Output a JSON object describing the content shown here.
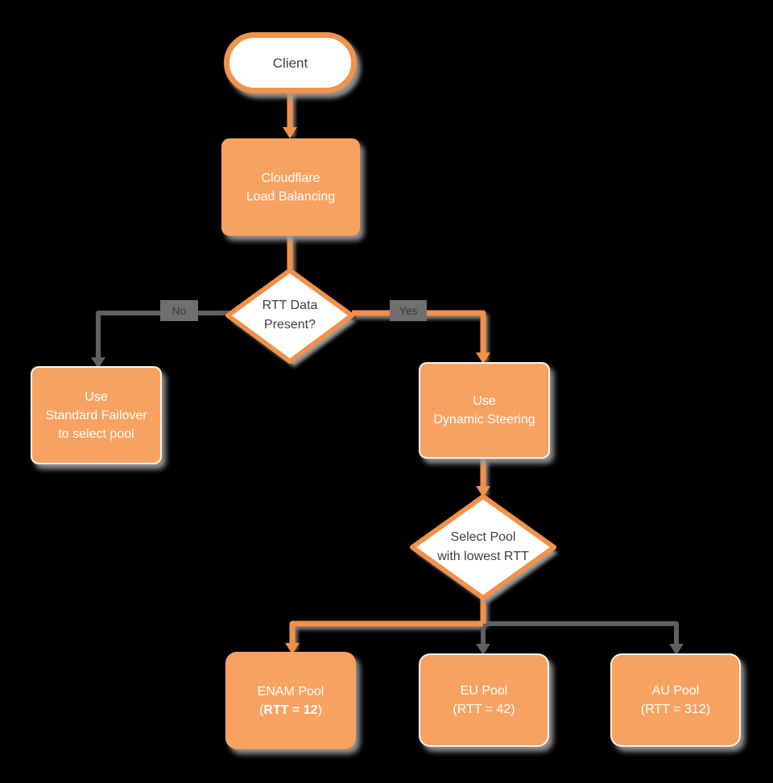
{
  "colors": {
    "background": "#000000",
    "node_fill": "#F8A262",
    "node_border_orange": "#F29149",
    "pill_border": "#F0934B",
    "gray_connector": "#606060",
    "edge_label_bg": "#6F6F6F",
    "edge_label_text": "#383838",
    "shadow_gray": "#9B9B9B",
    "text_on_orange": "#FFFFFF",
    "text_on_white": "#3F3F3F"
  },
  "nodes": {
    "client": {
      "label": "Client"
    },
    "cloudflare_lb": {
      "line1": "Cloudflare",
      "line2": "Load Balancing"
    },
    "rtt_decision": {
      "line1": "RTT Data",
      "line2": "Present?"
    },
    "standard_failover": {
      "line1": "Use",
      "line2": "Standard Failover",
      "line3": "to select pool"
    },
    "dynamic_steering": {
      "line1": "Use",
      "line2": "Dynamic Steering"
    },
    "select_pool": {
      "line1": "Select Pool",
      "line2": "with lowest RTT"
    },
    "enam_pool": {
      "line1": "ENAM Pool",
      "line2_open": "(",
      "line2_bold": "RTT = 12",
      "line2_close": ")"
    },
    "eu_pool": {
      "line1": "EU Pool",
      "line2": "(RTT = 42)"
    },
    "au_pool": {
      "line1": "AU Pool",
      "line2": "(RTT = 312)"
    }
  },
  "edge_labels": {
    "no": "No",
    "yes": "Yes"
  }
}
